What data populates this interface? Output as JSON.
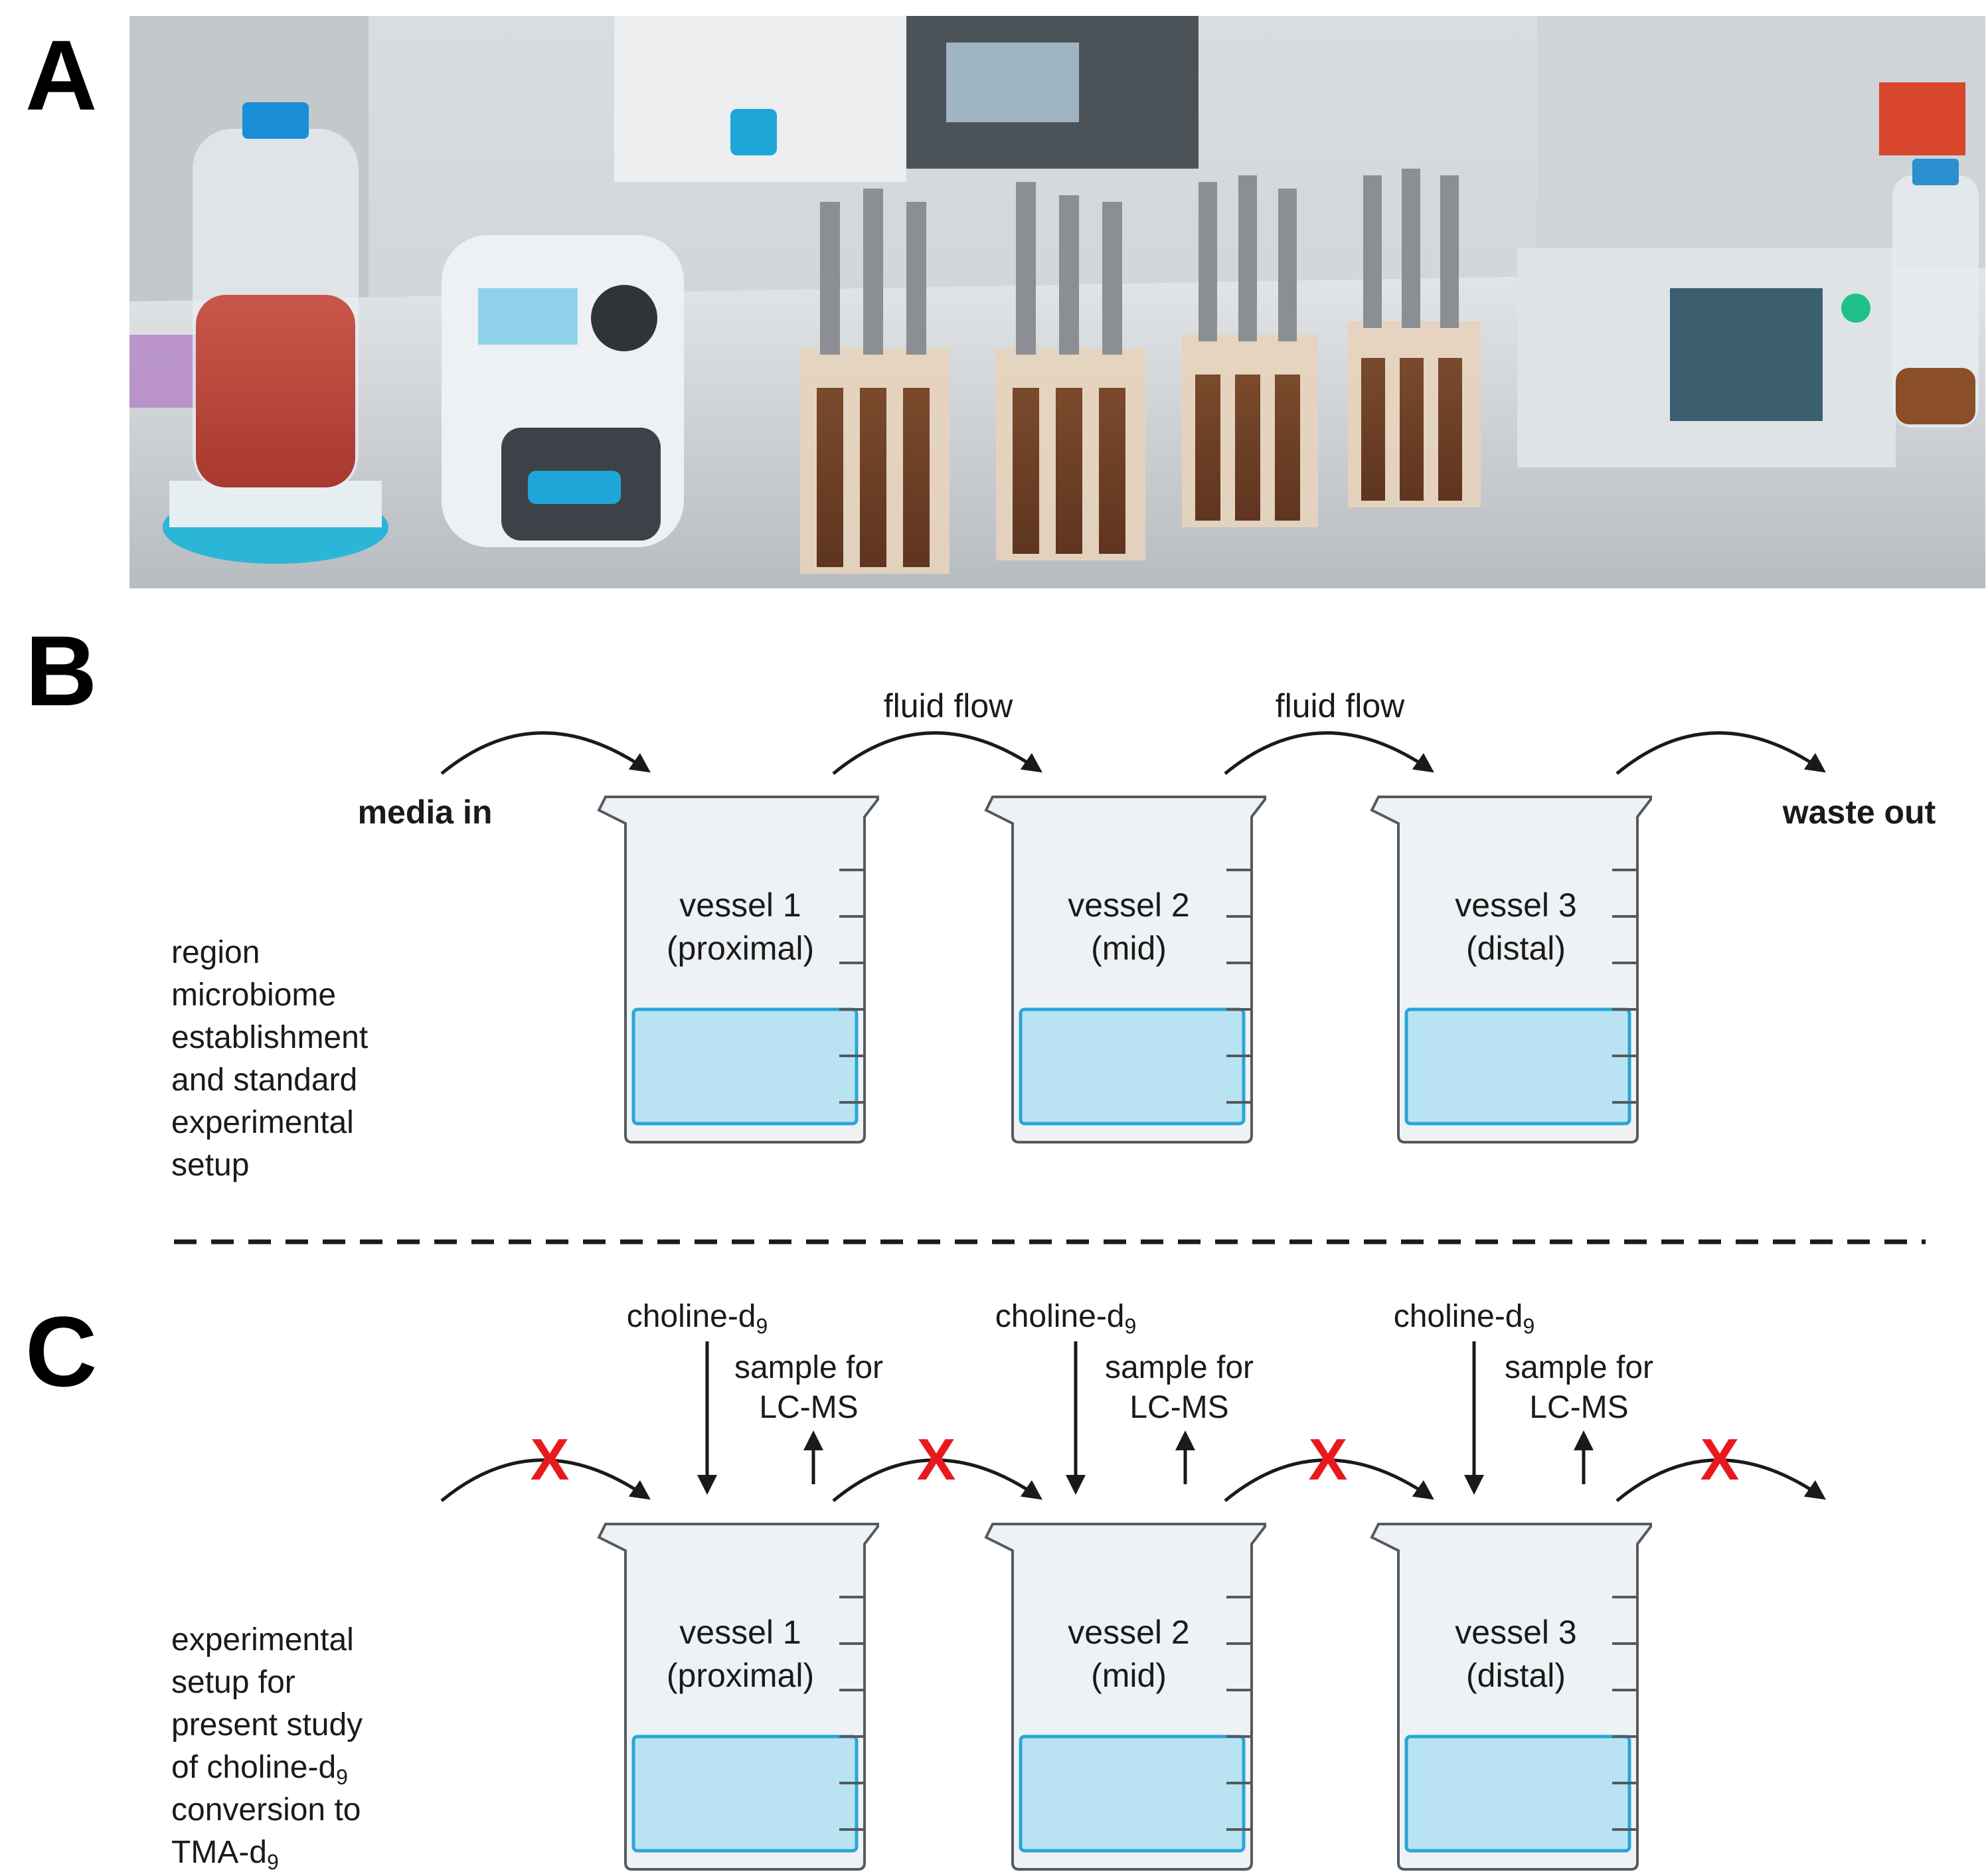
{
  "panels": {
    "a": "A",
    "b": "B",
    "c": "C"
  },
  "photo": {
    "description": ""
  },
  "panel_b": {
    "media_in": "media in",
    "waste_out": "waste out",
    "flow_label_1": "fluid flow",
    "flow_label_2": "fluid flow",
    "side_text": [
      "region",
      "microbiome",
      "establishment",
      "and standard",
      "experimental",
      "setup"
    ],
    "vessels": [
      {
        "line1": "vessel 1",
        "line2": "(proximal)"
      },
      {
        "line1": "vessel 2",
        "line2": "(mid)"
      },
      {
        "line1": "vessel 3",
        "line2": "(distal)"
      }
    ]
  },
  "panel_c": {
    "input_base": "choline-d",
    "input_sub": "9",
    "sample_line1": "sample for",
    "sample_line2": "LC-MS",
    "blocked_mark": "X",
    "side_text": [
      "experimental",
      "setup for",
      "present study",
      "of choline-d",
      "conversion to",
      "TMA-d"
    ],
    "side_sub": "9",
    "vessels": [
      {
        "line1": "vessel 1",
        "line2": "(proximal)"
      },
      {
        "line1": "vessel 2",
        "line2": "(mid)"
      },
      {
        "line1": "vessel 3",
        "line2": "(distal)"
      }
    ]
  },
  "colors": {
    "liquid": "#b9e3f2",
    "liquid_edge": "#2aa6d6",
    "beaker": "#eef2f5",
    "beaker_edge": "#555a60",
    "blocked": "#e8191d",
    "arrow": "#1a1a1a"
  }
}
